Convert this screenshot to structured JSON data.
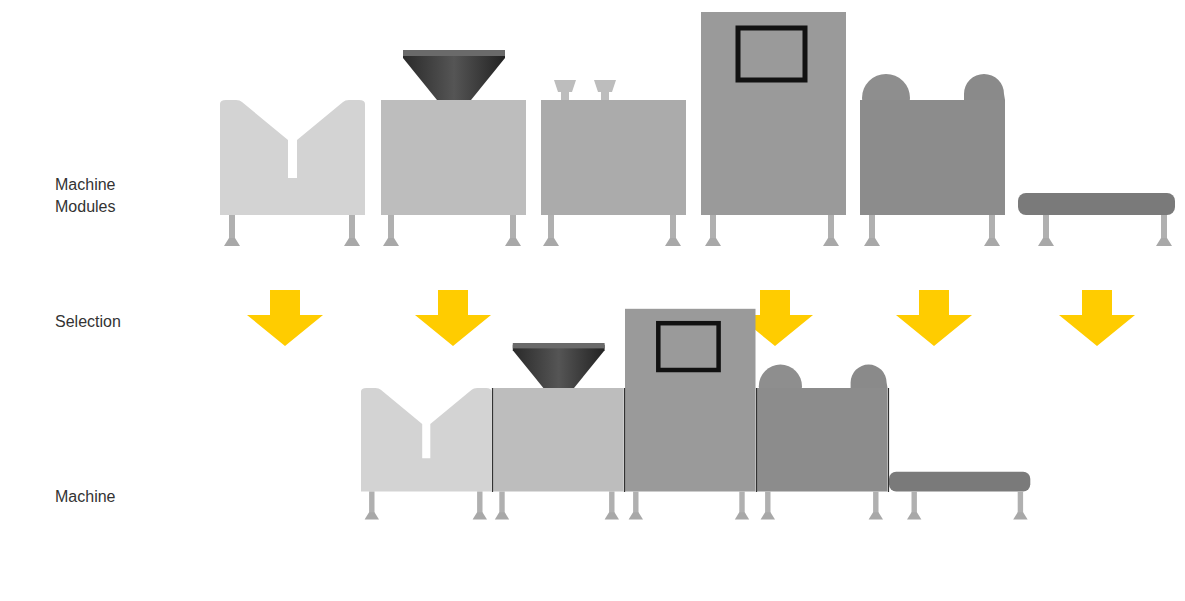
{
  "diagram": {
    "labels": [
      "Machine Modules",
      "Selection",
      "Machine"
    ]
  }
}
